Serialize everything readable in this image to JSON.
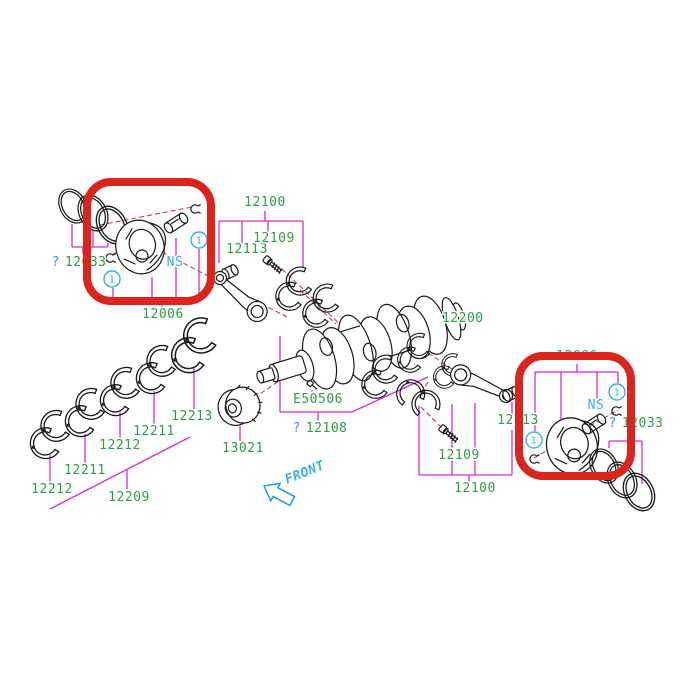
{
  "meta": {
    "background": "#ffffff"
  },
  "colors": {
    "part_number_green": "#2f9e44",
    "leader_magenta": "#cf2fcf",
    "accent_cyan": "#38b0e3",
    "question_blue": "#4b8df0",
    "highlight_red": "#d9251d",
    "axis_dashed_red": "#c2424d",
    "line_black": "#1a1a1a"
  },
  "parts": {
    "left_piston_group": {
      "rings_label": {
        "q": "?",
        "num": "12033"
      },
      "piston_label": "12006",
      "pin_label": "NS"
    },
    "top_conrod_group": {
      "assembly": "12100",
      "bushing": "12113",
      "bolt": "12109"
    },
    "crankshaft_label": "12200",
    "crank_bolt_label": "E50506",
    "main_bearing_set_label": {
      "q": "?",
      "num": "12108"
    },
    "sprocket_label": "13021",
    "main_bearings": {
      "pos1": "12212",
      "pos2": "12211",
      "pos3": "12212",
      "pos4": "12211",
      "pos5": "12213",
      "set": "12209"
    },
    "right_conrod_group": {
      "assembly": "12100",
      "bushing": "12113",
      "bolt": "12109"
    },
    "right_piston_group": {
      "rings_label": {
        "q": "?",
        "num": "12033"
      },
      "piston_label": "12006",
      "pin_label": "NS"
    },
    "front_label": "FRONT",
    "callout_badge": "1"
  }
}
